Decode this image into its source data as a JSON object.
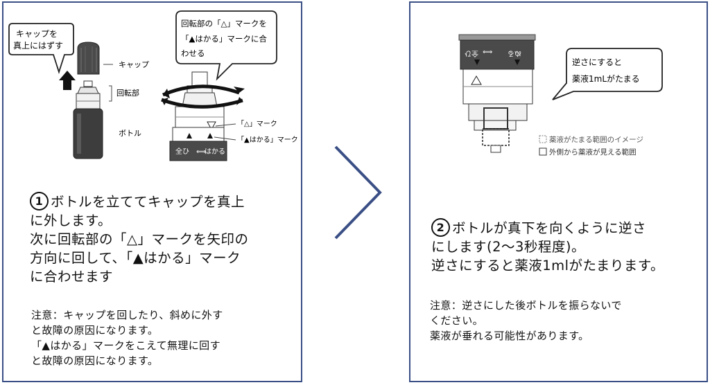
{
  "step1": {
    "number": "1",
    "main_lines": [
      "ボトルを立ててキャップを真上",
      "に外します。",
      "次に回転部の「△」マークを矢印の",
      "方向に回して、「▲はかる」マーク",
      "に合わせます"
    ],
    "note_lines": [
      "注意：キャップを回したり、斜めに外す",
      "と故障の原因になります。",
      "「▲はかる」マークをこえて無理に回す",
      "と故障の原因になります。"
    ],
    "figure": {
      "bubble_left": [
        "キャップを",
        "真上にはずす"
      ],
      "bubble_right": [
        "回転部の「△」マークを",
        "「▲はかる」マークに合",
        "わせる"
      ],
      "label_cap": "キャップ",
      "label_rotator": "回転部",
      "label_bottle": "ボトル",
      "label_triangle_mark": "「△」マーク",
      "label_hakaru_mark": "「▲はかる」マーク",
      "dial_left": "全ひ",
      "dial_right": "はかる"
    }
  },
  "step2": {
    "number": "2",
    "main_lines": [
      "ボトルが真下を向くように逆さ",
      "にします(2〜3秒程度)。",
      "逆さにすると薬液1mlがたまります。"
    ],
    "note_lines": [
      "注意：逆さにした後ボトルを振らないで",
      "ください。",
      "薬液が垂れる可能性があります。"
    ],
    "figure": {
      "bubble": [
        "逆さにすると",
        "薬液1mLがたまる"
      ],
      "dial_left": "全ひ",
      "dial_right": "ぬる",
      "legend_1": "薬液がたまる範囲のイメージ",
      "legend_2": "外側から薬液が見える範囲"
    }
  }
}
